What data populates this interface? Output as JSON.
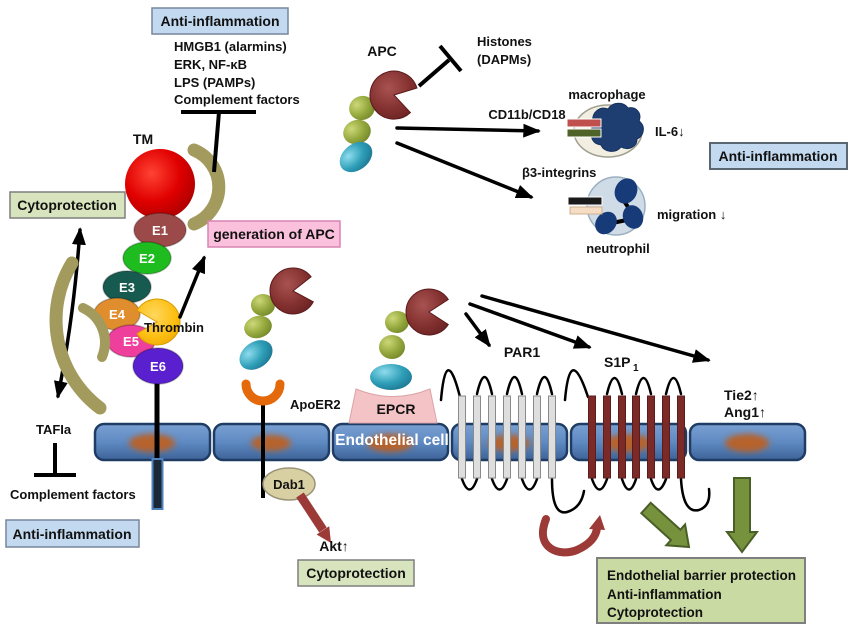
{
  "colors": {
    "box_blue": "#c3d9f0",
    "box_blue_border": "#76869c",
    "box_green": "#d8e4bd",
    "box_green_border": "#7f7f7f",
    "box_pink": "#fbc0dc",
    "box_pink_border": "#d884b4",
    "outcome_green": "#c9daa2",
    "membrane_blue": "#5f8ac2",
    "membrane_border": "#1f3c64",
    "apc_maroon": "#82302f",
    "olive_arrow": "#76923d",
    "olive_arrow_border": "#4a5e28",
    "khaki_crescent": "#a39a5e",
    "dark_red_arrow": "#9c3a38",
    "par1_bar": "#dedede",
    "s1p1_bar": "#7b2a28",
    "thrombin_yellow": "#fdbf12",
    "apoer2_orange": "#e3690b",
    "epcr_pink": "#f3c3c5",
    "tm_red": "#d40000",
    "gla_blue": "#2f9fb8",
    "egf_green": "#96a93f"
  },
  "boxes": {
    "anti_inflammation_top": "Anti-inflammation",
    "cytoprotection_left": "Cytoprotection",
    "generation_of_apc": "generation of APC",
    "anti_inflammation_right": "Anti-inflammation",
    "anti_inflammation_bottom_left": "Anti-inflammation",
    "cytoprotection_bottom": "Cytoprotection",
    "outcome_line1": "Endothelial barrier protection",
    "outcome_line2": "Anti-inflammation",
    "outcome_line3": "Cytoprotection"
  },
  "tm_complex": {
    "tm_label": "TM",
    "thrombin_label": "Thrombin",
    "domains": [
      {
        "label": "E1",
        "color": "#9c4a49"
      },
      {
        "label": "E2",
        "color": "#1ebc1e"
      },
      {
        "label": "E3",
        "color": "#175a50"
      },
      {
        "label": "E4",
        "color": "#e08e2d"
      },
      {
        "label": "E5",
        "color": "#ee3f9c"
      },
      {
        "label": "E6",
        "color": "#5a20d0"
      }
    ]
  },
  "left_pathway": {
    "inhibitor_lines": [
      "HMGB1 (alarmins)",
      "ERK, NF-κB",
      "LPS (PAMPs)",
      "Complement factors"
    ],
    "tafia": "TAFIa",
    "complement_factors": "Complement factors"
  },
  "apc_pathway": {
    "apc": "APC",
    "histones_line1": "Histones",
    "histones_line2": "(DAPMs)",
    "cd11b_cd18": "CD11b/CD18",
    "macrophage": "macrophage",
    "il6": "IL-6↓",
    "b3_integrins": "β3-integrins",
    "migration": "migration ↓",
    "neutrophil": "neutrophil"
  },
  "membrane": {
    "endothelial_cell": "Endothelial cell"
  },
  "receptors": {
    "apoer2": "ApoER2",
    "epcr": "EPCR",
    "par1": "PAR1",
    "s1p_base": "S1P",
    "s1p_sub": "1",
    "tie2": "Tie2↑",
    "ang1": "Ang1↑"
  },
  "signaling": {
    "dab1": "Dab1",
    "akt": "Akt↑"
  }
}
